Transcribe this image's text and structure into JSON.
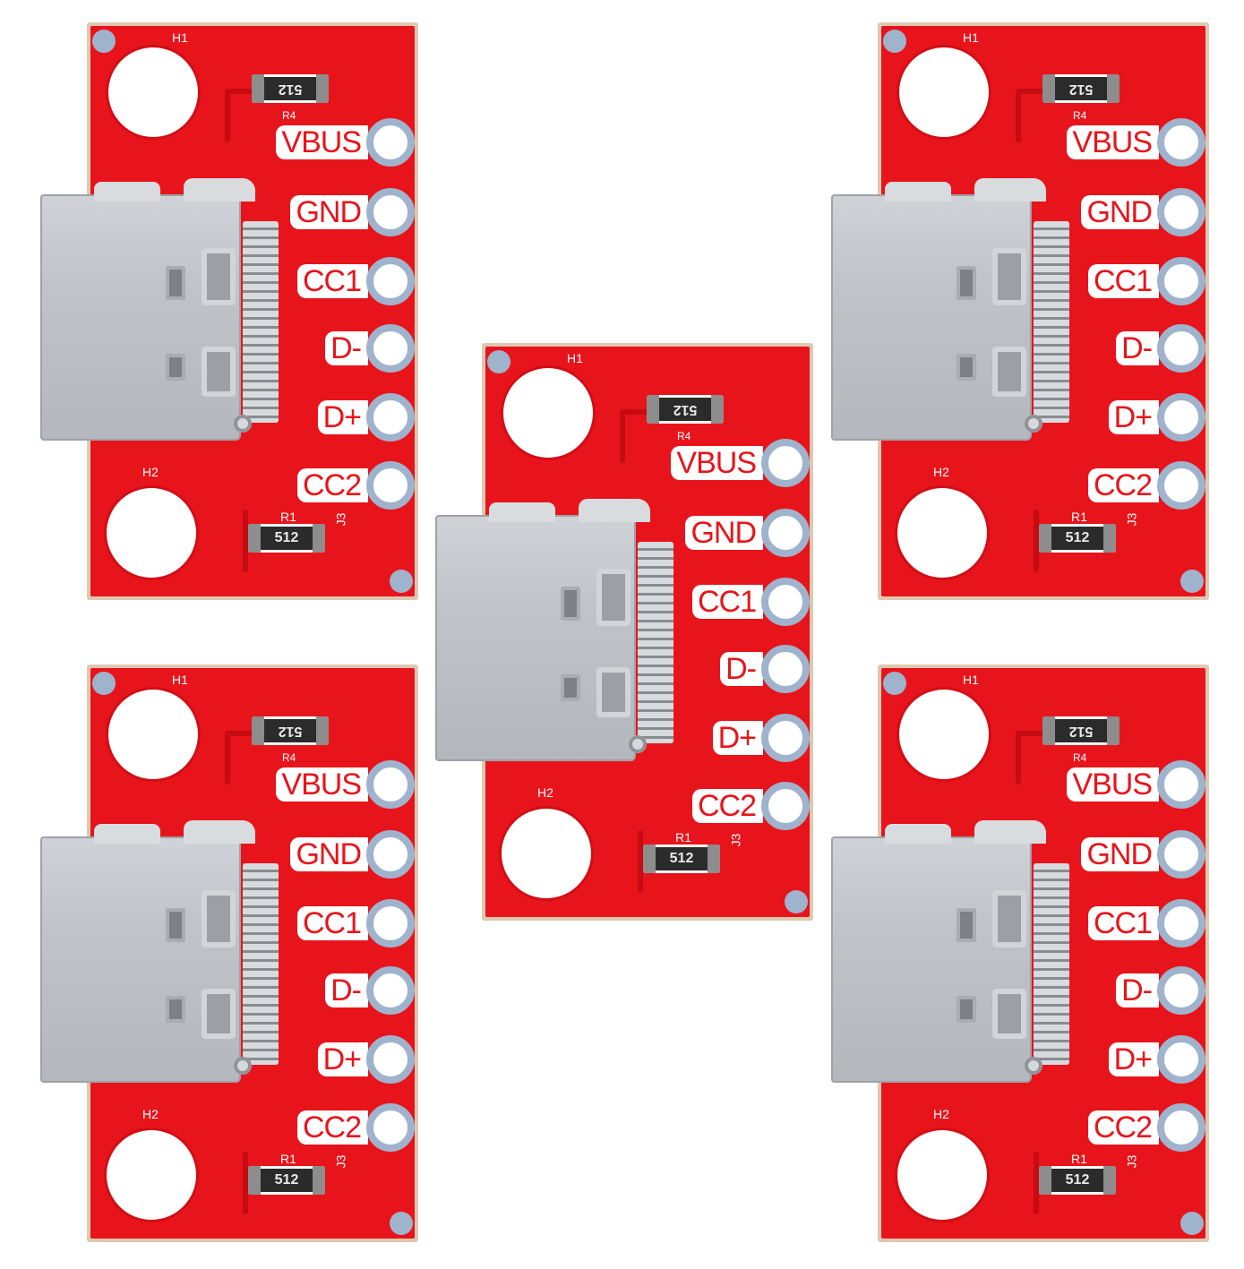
{
  "boards": [
    {
      "id": "b1"
    },
    {
      "id": "b2"
    },
    {
      "id": "b3"
    },
    {
      "id": "b4"
    },
    {
      "id": "b5"
    }
  ],
  "silkscreen": {
    "h1": "H1",
    "h2": "H2",
    "r4": "R4",
    "r1": "R1",
    "j3": "J3",
    "resistor_code_top": "512",
    "resistor_code_bottom": "512"
  },
  "pins": [
    "VBUS",
    "GND",
    "CC1",
    "D-",
    "D+",
    "CC2"
  ],
  "colors": {
    "pcb": "#e8141b",
    "pad": "#9fb3cc",
    "connector": "#c4c8cc"
  }
}
